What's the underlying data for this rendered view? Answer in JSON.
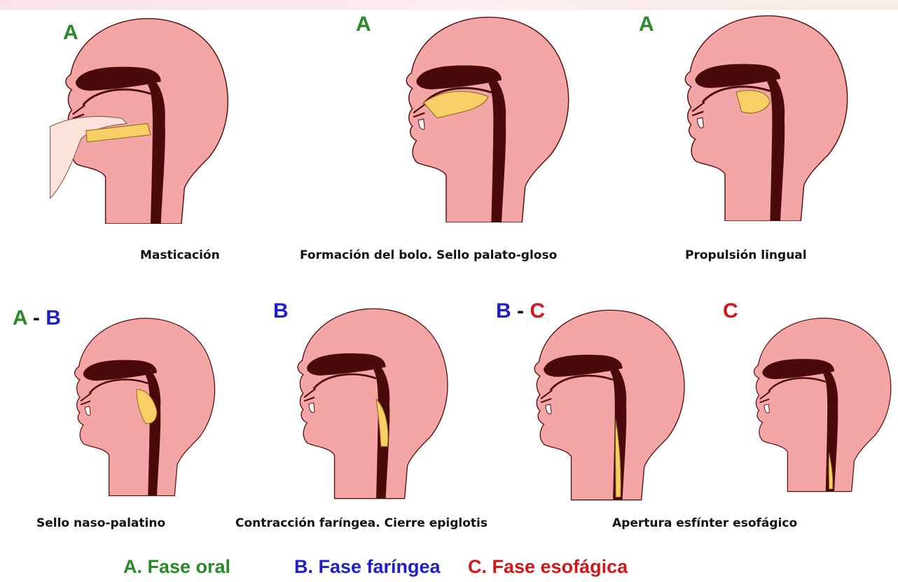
{
  "colors": {
    "skin": "#f4a5a5",
    "dark": "#4a0a0a",
    "bolus": "#f7cf66",
    "oral": "#2a8a2a",
    "pharyngeal": "#2020c8",
    "esophageal": "#d01818",
    "separator": "#111111"
  },
  "phase_letters": {
    "oral": "A",
    "pharyngeal": "B",
    "esophageal": "C",
    "separator": "-"
  },
  "panels": [
    {
      "stage": "masticacion",
      "tags": [
        "oral"
      ]
    },
    {
      "stage": "formacion-bolo",
      "tags": [
        "oral"
      ]
    },
    {
      "stage": "propulsion-lingual",
      "tags": [
        "oral"
      ]
    },
    {
      "stage": "sello-naso-palatino",
      "tags": [
        "oral",
        "pharyngeal"
      ]
    },
    {
      "stage": "contraccion-faringea",
      "tags": [
        "pharyngeal"
      ]
    },
    {
      "stage": "apertura-1",
      "tags": [
        "pharyngeal",
        "esophageal"
      ]
    },
    {
      "stage": "apertura-2",
      "tags": [
        "esophageal"
      ]
    }
  ],
  "captions": {
    "masticacion": "Masticación",
    "formacion": "Formación del bolo. Sello palato-gloso",
    "propulsion": "Propulsión lingual",
    "sello": "Sello naso-palatino",
    "contraccion": "Contracción faríngea. Cierre epiglotis",
    "apertura": "Apertura esfínter esofágico"
  },
  "legend": {
    "oral": "A. Fase oral",
    "pharyngeal": "B. Fase faríngea",
    "esophageal": "C. Fase esofágica"
  }
}
